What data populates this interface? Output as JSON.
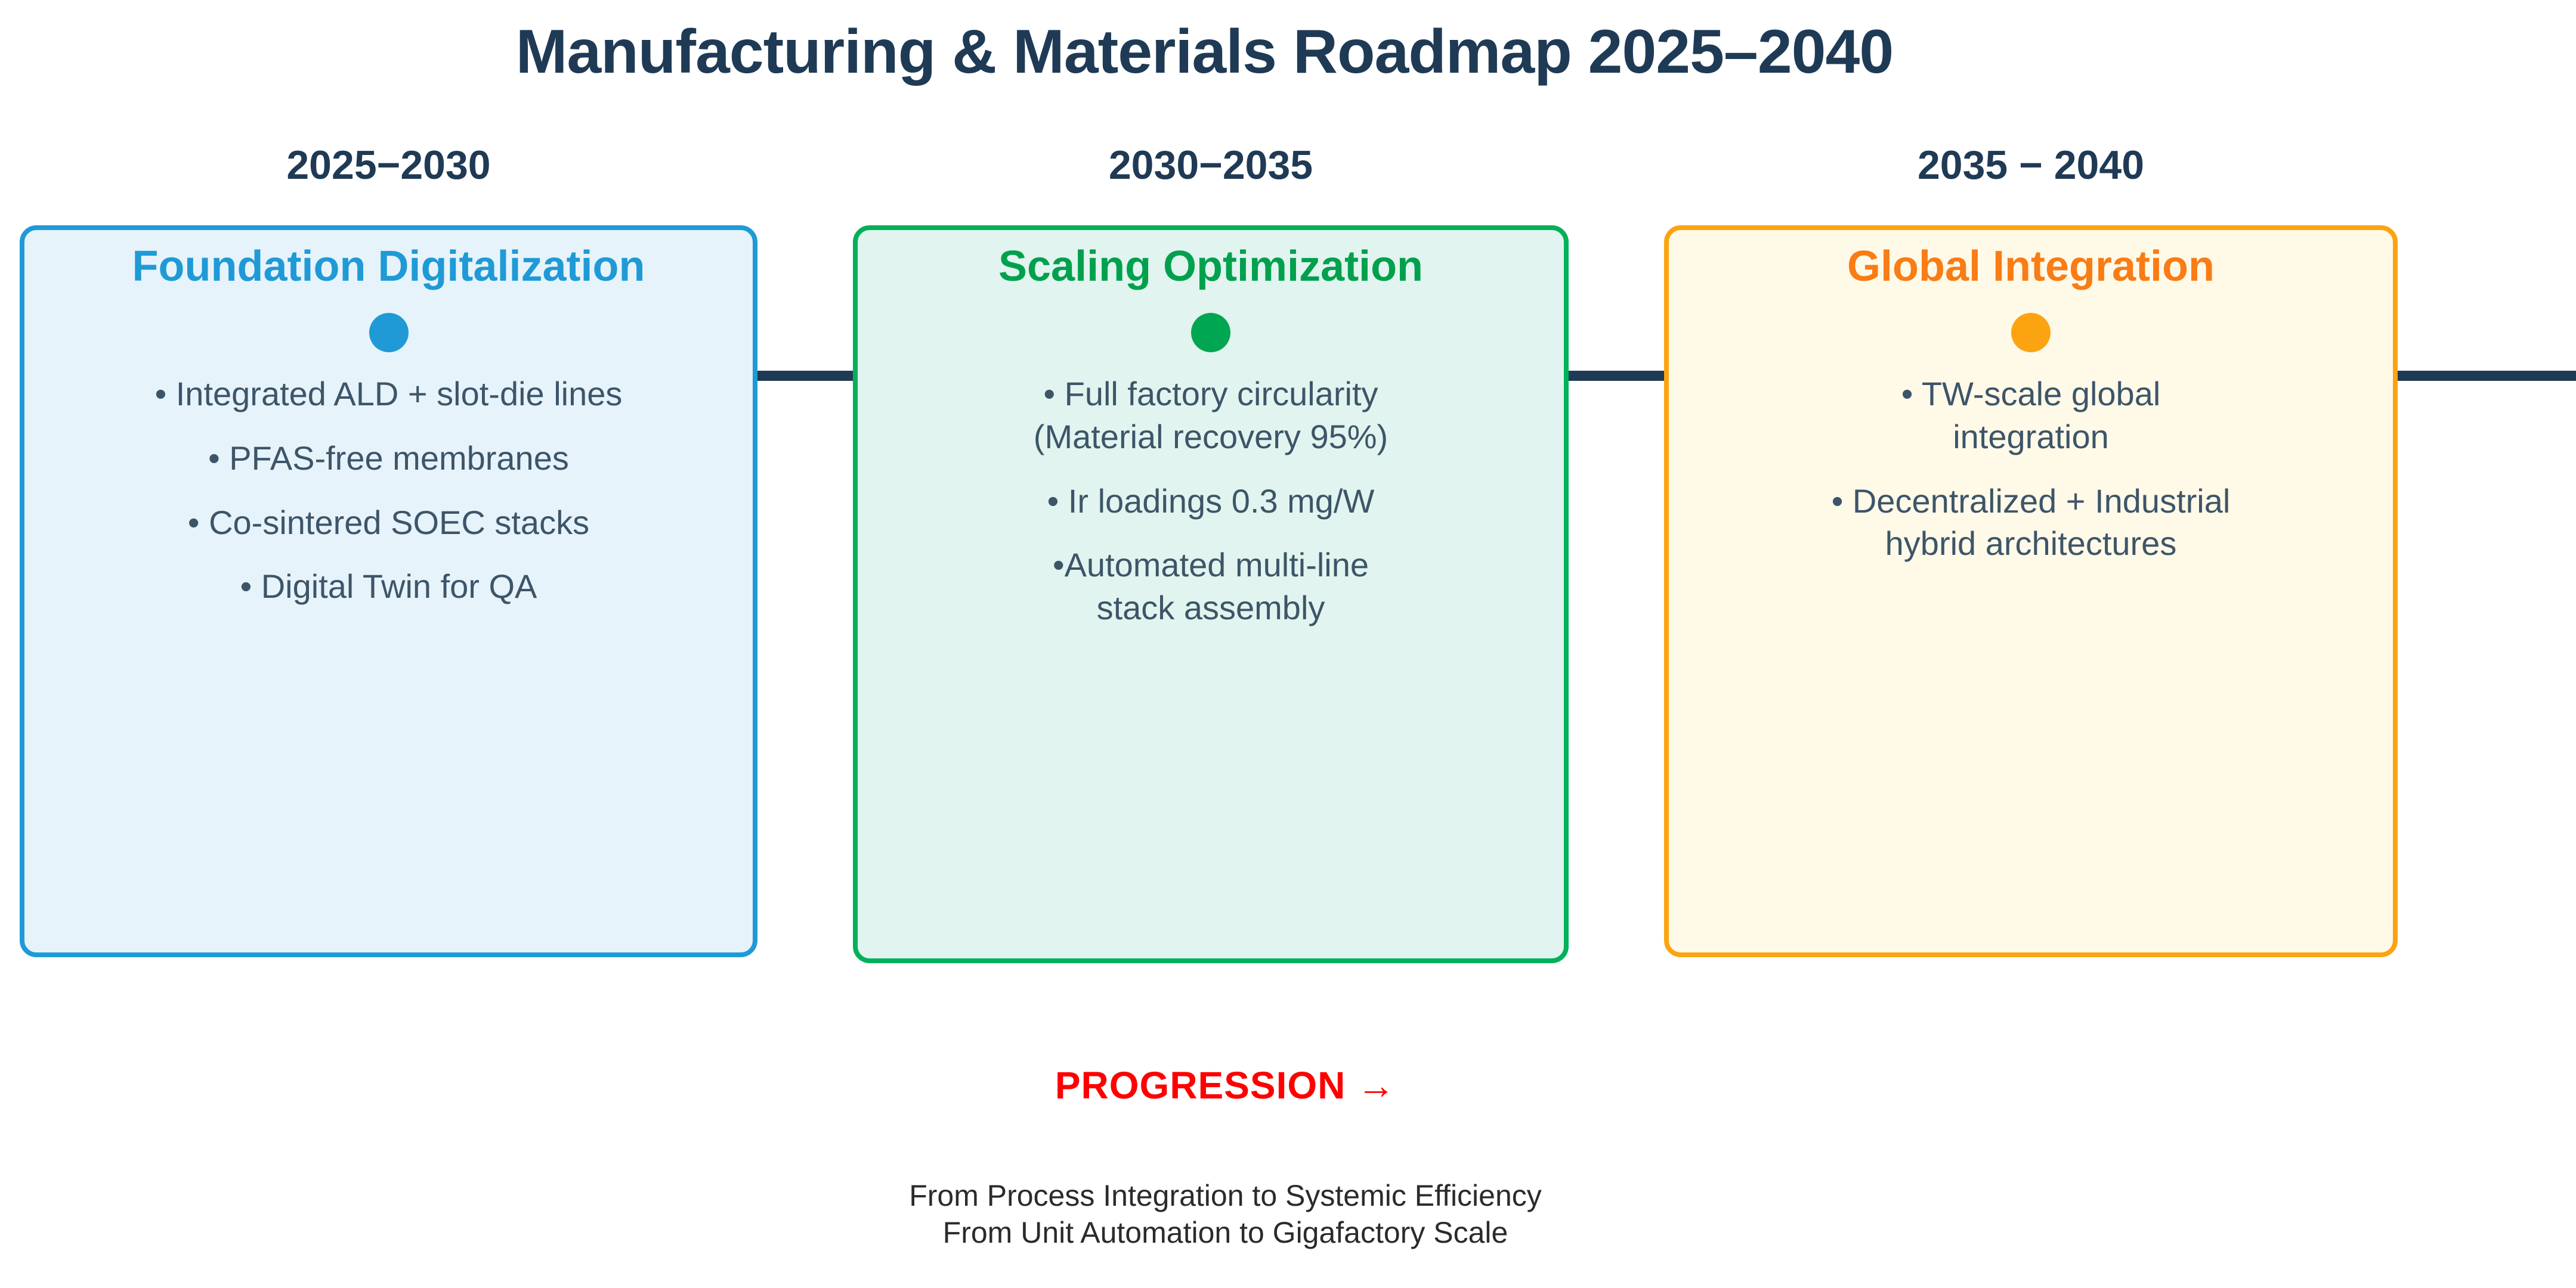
{
  "title": "Manufacturing & Materials Roadmap 2025–2040",
  "colors": {
    "title_navy": "#1f3a55",
    "connector_navy": "#1f3a55",
    "stage1_accent": "#1f9ad6",
    "stage1_fill": "#e6f3fb",
    "stage2_accent": "#00b159",
    "stage2_fill": "#e1f4ef",
    "stage3_accent": "#fca311",
    "stage3_fill": "#fff9e8",
    "progression_red": "#fe0000",
    "bullet_text": "#3d5568",
    "footer_text": "#2b2b2b"
  },
  "periods": [
    {
      "label": "2025−2030"
    },
    {
      "label": "2030−2035"
    },
    {
      "label": "2035 − 2040"
    }
  ],
  "stages": [
    {
      "title": "Foundation Digitalization",
      "marker": "stage-dot-blue",
      "bullets": [
        "• Integrated ALD + slot-die lines",
        "• PFAS-free membranes",
        "• Co-sintered SOEC stacks",
        "• Digital Twin for QA"
      ]
    },
    {
      "title": "Scaling Optimization",
      "marker": "stage-dot-green",
      "bullets": [
        "• Full factory circularity\n(Material recovery 95%)",
        "• Ir loadings 0.3 mg/W",
        "•Automated multi-line\nstack assembly"
      ]
    },
    {
      "title": "Global Integration",
      "marker": "stage-dot-orange",
      "bullets": [
        "• TW-scale global\nintegration",
        "• Decentralized + Industrial\nhybrid architectures"
      ]
    }
  ],
  "progression": {
    "label": "PROGRESSION →"
  },
  "footer": {
    "line1": "From Process Integration to Systemic Efficiency",
    "line2": "From Unit Automation to Gigafactory Scale"
  }
}
